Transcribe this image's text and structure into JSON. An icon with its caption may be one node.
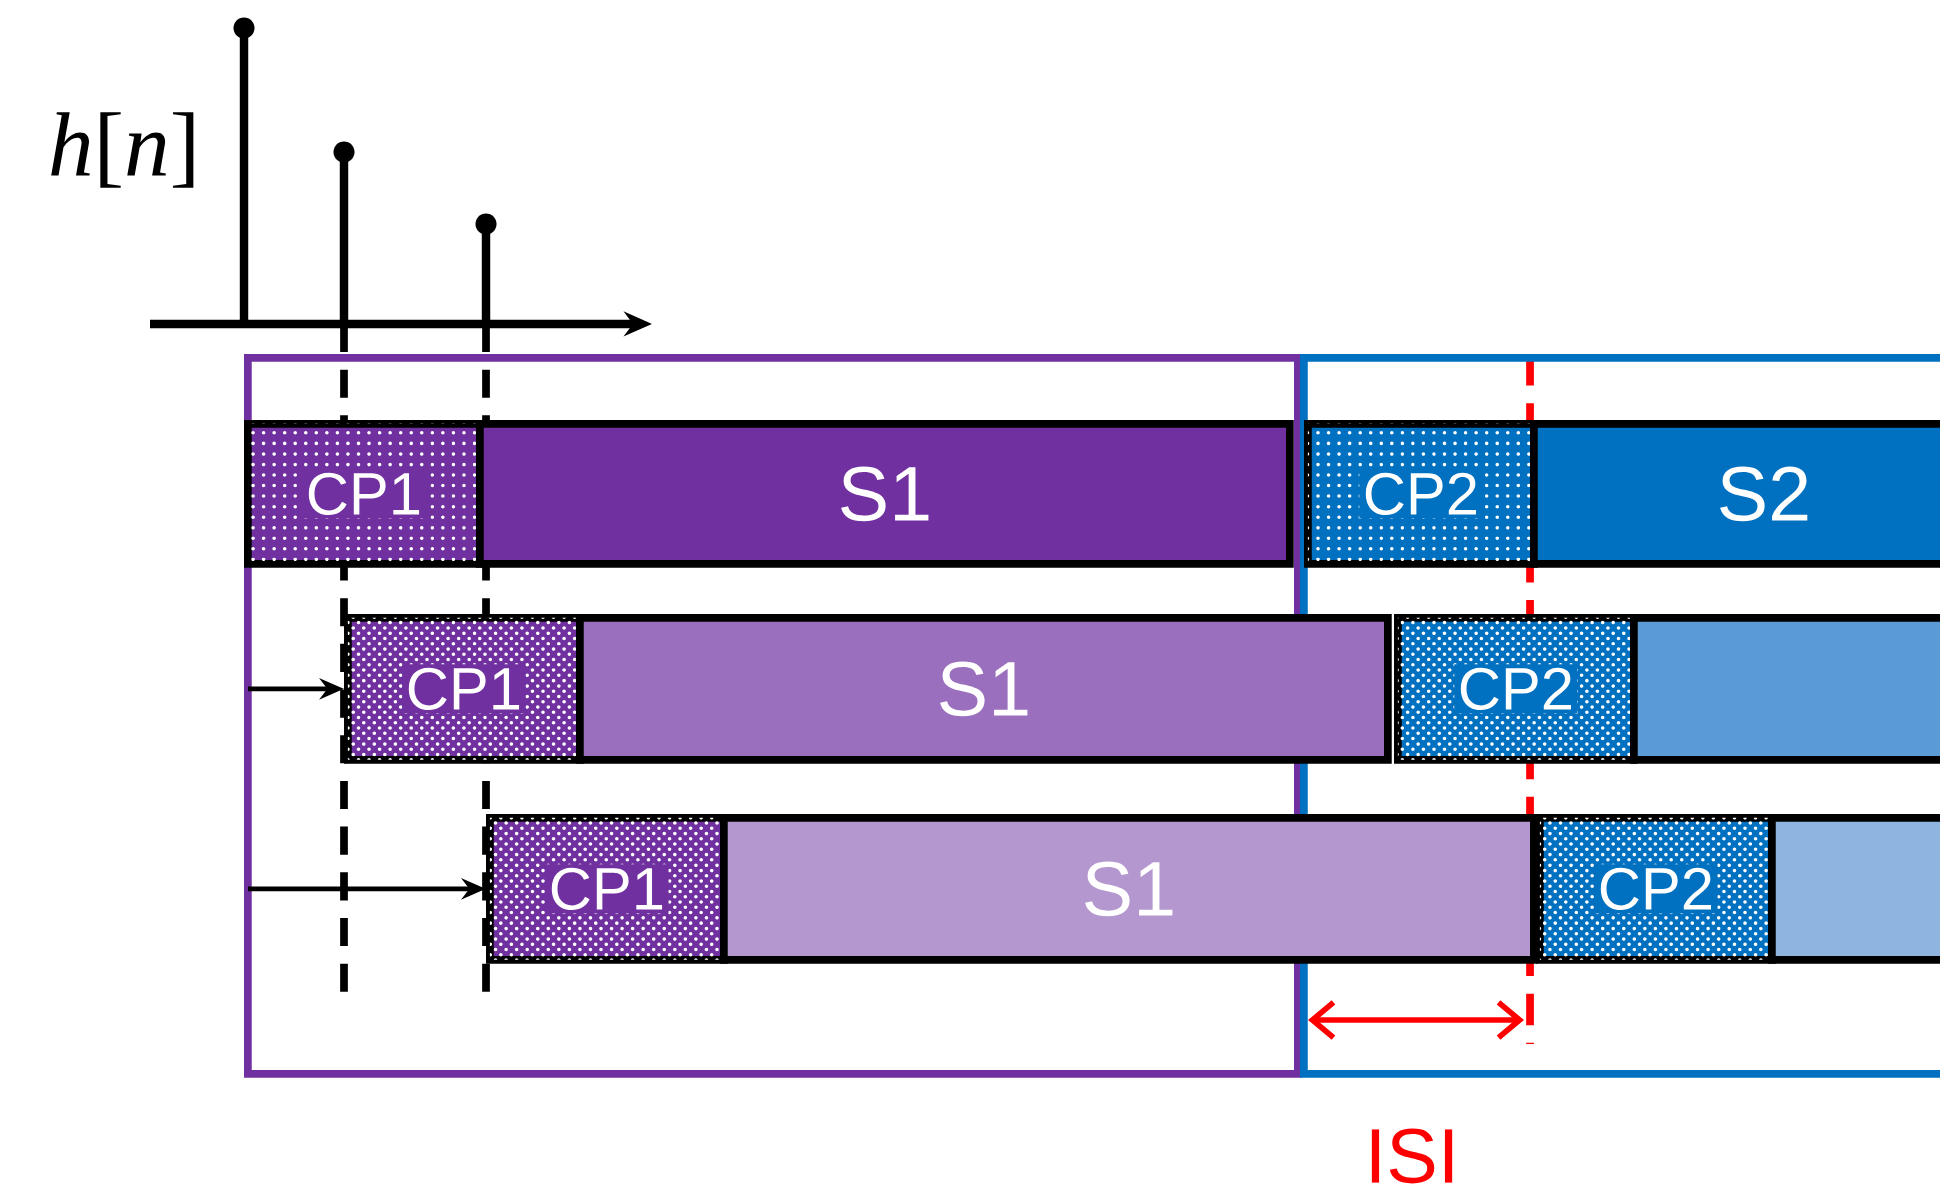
{
  "diagram": {
    "nodes": [
      {
        "text": [],
        "shape": "box"
      },
      {
        "text": [],
        "shape": "box"
      },
      {
        "text": [
          "CP1"
        ],
        "in": 0
      },
      {
        "text": [
          "S1"
        ],
        "in": 0
      },
      {
        "text": [
          "CP2"
        ],
        "in": 1
      },
      {
        "text": [
          "S2"
        ],
        "in": 1
      },
      {
        "text": [
          "CP1"
        ],
        "in": 0
      },
      {
        "text": [
          "S1"
        ]
      },
      {
        "text": [
          "CP2"
        ],
        "in": 1
      },
      {
        "text": [],
        "shape": "bar",
        "in": 1
      },
      {
        "text": [
          "CP1"
        ],
        "in": 0
      },
      {
        "text": [
          "S1"
        ]
      },
      {
        "text": [
          "CP2"
        ],
        "in": 1
      },
      {
        "text": [],
        "shape": "bar",
        "in": 1
      }
    ],
    "edges": [
      {
        "from": null,
        "to": 6,
        "arrow": "to"
      },
      {
        "from": null,
        "to": 10,
        "arrow": "to"
      }
    ],
    "labels": [
      "*h*[*n*]",
      "ISI"
    ]
  }
}
